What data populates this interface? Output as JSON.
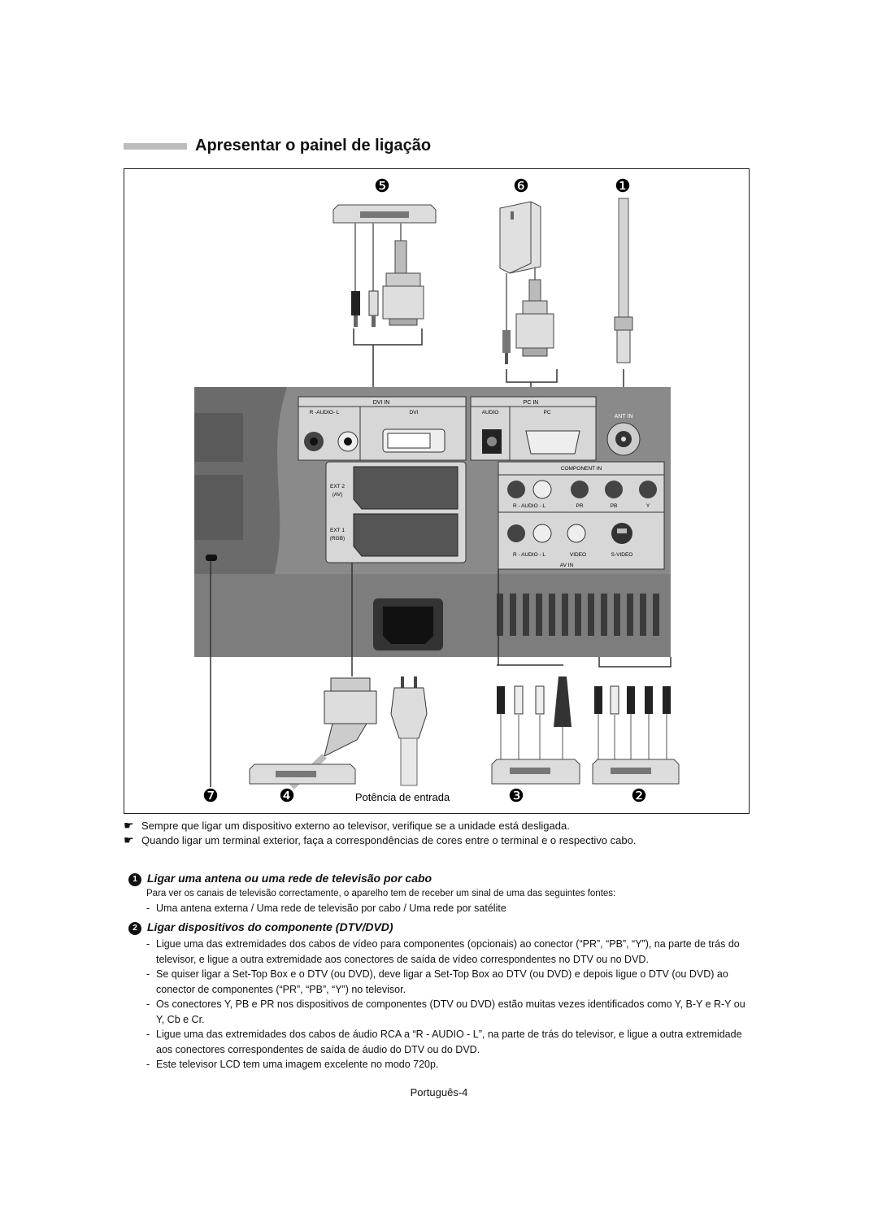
{
  "title": "Apresentar o painel de ligação",
  "diagram": {
    "callouts": {
      "n5": "❺",
      "n6": "❻",
      "n1": "❶",
      "n7": "❼",
      "n4": "❹",
      "n3": "❸",
      "n2": "❷"
    },
    "power_label": "Potência de entrada",
    "panel_labels": {
      "dvi_in": "DVI IN",
      "audio_rl": "R -AUDIO- L",
      "dvi": "DVI",
      "pc_in": "PC IN",
      "audio": "AUDIO",
      "pc": "PC",
      "ant_in": "ANT IN",
      "ext2": "EXT 2",
      "ext2_sub": "(AV)",
      "ext1": "EXT 1",
      "ext1_sub": "(RGB)",
      "component_in": "COMPONENT IN",
      "comp_audio": "R - AUDIO - L",
      "pr": "PR",
      "pb": "PB",
      "y": "Y",
      "av_audio": "R - AUDIO - L",
      "video": "VIDEO",
      "svideo": "S-VIDEO",
      "av_in": "AV IN"
    }
  },
  "notes": [
    {
      "icon": "pointing-hand-icon",
      "text": "Sempre que ligar um dispositivo externo ao televisor, verifique se a unidade está desligada."
    },
    {
      "icon": "pointing-hand-icon",
      "text": "Quando ligar um terminal exterior, faça a correspondências de cores entre o terminal e o respectivo cabo."
    }
  ],
  "section1": {
    "num": "1",
    "heading": "Ligar uma antena ou uma rede de televisão por cabo",
    "intro": "Para ver os canais de televisão correctamente, o aparelho tem de receber um sinal de uma das seguintes fontes:",
    "bullets": [
      "Uma antena externa / Uma rede de televisão por cabo / Uma rede por satélite"
    ]
  },
  "section2": {
    "num": "2",
    "heading": "Ligar dispositivos do componente (DTV/DVD)",
    "bullets": [
      "Ligue uma das extremidades dos cabos de vídeo para componentes (opcionais) ao conector (“PR”, “PB”, “Y”), na parte de trás do televisor, e ligue a outra extremidade aos conectores de saída de vídeo correspondentes no DTV ou no DVD.",
      "Se quiser ligar a Set-Top Box e o DTV (ou DVD), deve ligar a Set-Top Box ao DTV (ou DVD) e depois ligue o DTV (ou DVD) ao conector de componentes (“PR”, “PB”, “Y”) no televisor.",
      "Os conectores Y, PB e PR nos dispositivos de componentes (DTV ou DVD) estão muitas vezes identificados como Y, B-Y e R-Y ou Y, Cb e Cr.",
      "Ligue uma das extremidades dos cabos de áudio RCA a “R - AUDIO - L”, na parte de trás do televisor, e ligue a outra extremidade aos conectores correspondentes de saída de áudio do DTV ou do DVD.",
      "Este televisor LCD tem uma imagem excelente no modo 720p."
    ]
  },
  "footer": "Português-4"
}
